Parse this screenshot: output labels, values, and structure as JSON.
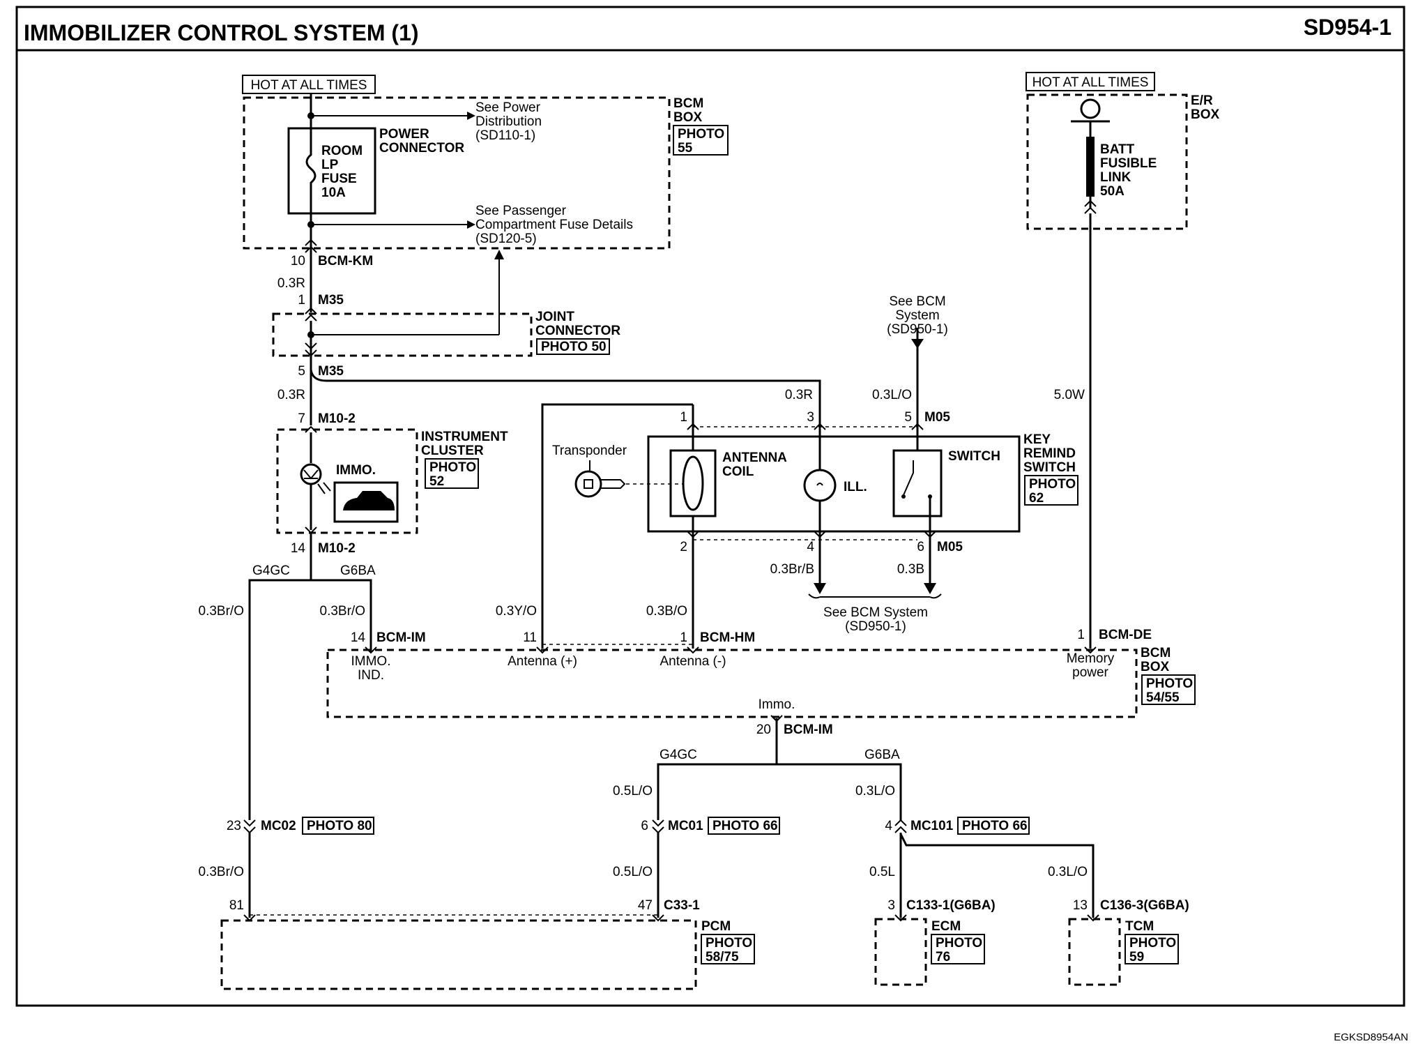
{
  "title": "IMMOBILIZER CONTROL SYSTEM (1)",
  "page_code": "SD954-1",
  "footer_code": "EGKSD8954AN",
  "hot": [
    "HOT AT ALL TIMES",
    "HOT AT ALL TIMES"
  ],
  "bcm_box_top": {
    "name1": "BCM",
    "name2": "BOX",
    "photo1": "PHOTO",
    "photo2": "55"
  },
  "power_connector": [
    "POWER",
    "CONNECTOR"
  ],
  "room_fuse": [
    "ROOM",
    "LP",
    "FUSE",
    "10A"
  ],
  "see_power_dist": [
    "See Power",
    "Distribution",
    "(SD110-1)"
  ],
  "see_passenger": [
    "See Passenger",
    "Compartment Fuse Details",
    "(SD120-5)"
  ],
  "er_box": {
    "name1": "E/R",
    "name2": "BOX"
  },
  "batt_link": [
    "BATT",
    "FUSIBLE",
    "LINK",
    "50A"
  ],
  "joint_connector": {
    "name1": "JOINT",
    "name2": "CONNECTOR",
    "photo": "PHOTO 50"
  },
  "instrument_cluster": {
    "name1": "INSTRUMENT",
    "name2": "CLUSTER",
    "photo1": "PHOTO",
    "photo2": "52",
    "immo": "IMMO."
  },
  "key_remind": {
    "name1": "KEY",
    "name2": "REMIND",
    "name3": "SWITCH",
    "photo1": "PHOTO",
    "photo2": "62"
  },
  "antenna_coil": [
    "ANTENNA",
    "COIL"
  ],
  "ill": "ILL.",
  "switch": "SWITCH",
  "transponder": "Transponder",
  "see_bcm_top": [
    "See BCM",
    "System",
    "(SD950-1)"
  ],
  "see_bcm_bottom": [
    "See BCM System",
    "(SD950-1)"
  ],
  "bcm_box_mid": {
    "name1": "BCM",
    "name2": "BOX",
    "photo1": "PHOTO",
    "photo2": "54/55"
  },
  "bcm_pins": {
    "immo_ind1": "IMMO.",
    "immo_ind2": "IND.",
    "ant_pos": "Antenna (+)",
    "ant_neg": "Antenna (-)",
    "mem1": "Memory",
    "mem2": "power",
    "immo": "Immo."
  },
  "pcm": {
    "name": "PCM",
    "photo1": "PHOTO",
    "photo2": "58/75"
  },
  "ecm": {
    "name": "ECM",
    "photo1": "PHOTO",
    "photo2": "76"
  },
  "tcm": {
    "name": "TCM",
    "photo1": "PHOTO",
    "photo2": "59"
  },
  "connectors": {
    "bcm_km": "BCM-KM",
    "m35": "M35",
    "m10_2": "M10-2",
    "m05": "M05",
    "bcm_im": "BCM-IM",
    "bcm_hm": "BCM-HM",
    "bcm_de": "BCM-DE",
    "mc02": "MC02",
    "mc01": "MC01",
    "mc101": "MC101",
    "c33_1": "C33-1",
    "c133_1": "C133-1(G6BA)",
    "c136_3": "C136-3(G6BA)",
    "photo80": "PHOTO 80",
    "photo66": "PHOTO 66"
  },
  "pins": {
    "p10": "10",
    "p1a": "1",
    "p5": "5",
    "p7": "7",
    "p14": "14",
    "k1": "1",
    "k3": "3",
    "k5": "5",
    "k2": "2",
    "k4": "4",
    "k6": "6",
    "b14": "14",
    "b11": "11",
    "b1": "1",
    "b1de": "1",
    "b20": "20",
    "p23": "23",
    "p6": "6",
    "p4": "4",
    "p81": "81",
    "p47": "47",
    "p3": "3",
    "p13": "13"
  },
  "wires": {
    "w03r_a": "0.3R",
    "w03r_b": "0.3R",
    "w03r_c": "0.3R",
    "w50w": "5.0W",
    "w03lo": "0.3L/O",
    "w03bro_a": "0.3Br/O",
    "w03bro_b": "0.3Br/O",
    "w03yo": "0.3Y/O",
    "w03bo": "0.3B/O",
    "w03brb": "0.3Br/B",
    "w03b": "0.3B",
    "w03bro_c": "0.3Br/O",
    "w05lo_a": "0.5L/O",
    "w05lo_b": "0.5L/O",
    "w03lo_b": "0.3L/O",
    "w05l": "0.5L",
    "w03lo_c": "0.3L/O"
  },
  "branches": {
    "g4gc_a": "G4GC",
    "g6ba_a": "G6BA",
    "g4gc_b": "G4GC",
    "g6ba_b": "G6BA"
  }
}
